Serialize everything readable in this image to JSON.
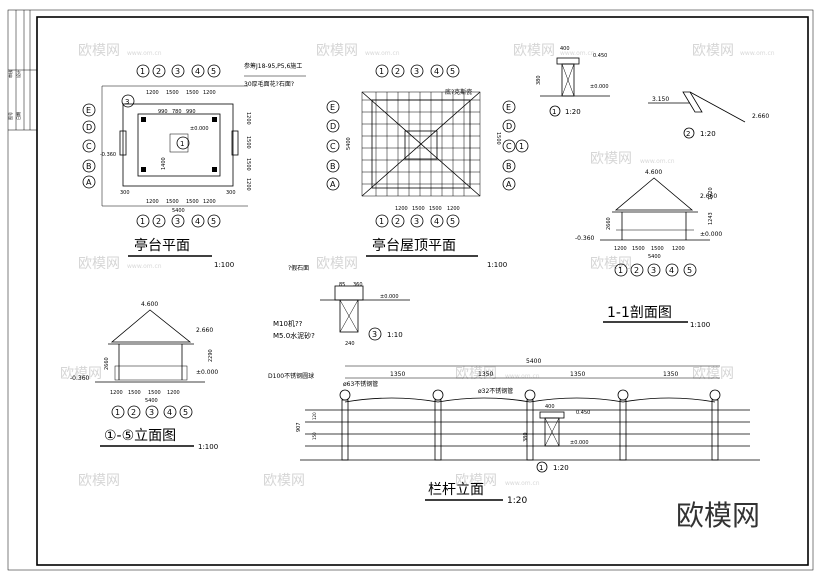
{
  "titles": {
    "plan": "亭台平面",
    "roof": "亭台屋顶平面",
    "section": "1-1剖面图",
    "elevation": "①-⑤立面图",
    "railing": "栏杆立面"
  },
  "scales": {
    "plan": "1:100",
    "roof": "1:100",
    "section": "1:100",
    "elevation": "1:100",
    "railing": "1:20",
    "detail1_top": "1:20",
    "detail2": "1:20",
    "detail3": "1:10",
    "detail1_bottom": "1:20"
  },
  "notes": {
    "plan_note1": "参筹J18-95,P5,6施工",
    "plan_note2": "30厚毛面花?石面?",
    "roof_note": "底?克斯瓷",
    "stone": "?假石面",
    "mortar1": "M10机??",
    "mortar2": "M5.0水泥砂?",
    "ball": "D100不锈钢圆球",
    "pipe63": "ø63不锈钢管",
    "pipe32": "ø32不锈钢管"
  },
  "axes": {
    "cols": [
      "1",
      "2",
      "3",
      "4",
      "5"
    ],
    "rows": [
      "A",
      "B",
      "C",
      "D",
      "E"
    ]
  },
  "dims": {
    "span1200": "1200",
    "span1500": "1500",
    "total5400": "5400",
    "d300": "300",
    "d400": "400",
    "d1350": "1350",
    "d990": "990",
    "d780": "780",
    "d1400": "1400",
    "d85": "85",
    "d360": "360",
    "d240": "240",
    "d380": "380",
    "d2660": "2660",
    "d2290": "2290",
    "d1020": "1020",
    "d1243": "1243",
    "d907": "907",
    "d450": "450",
    "d120": "120",
    "d150": "150"
  },
  "levels": {
    "zero": "±0.000",
    "minus360": "-0.360",
    "plus450": "0.450",
    "ridge": "4.600",
    "eave": "2.660",
    "h3150": "3.150"
  },
  "detail_marks": {
    "d1": "1",
    "d2": "2",
    "d3": "3"
  },
  "title_block": {
    "col1": "审核",
    "col2": "设计",
    "col3": "图号",
    "col4": "日期"
  },
  "watermark": {
    "brand": "欧模网",
    "site": "www.om.cn"
  }
}
